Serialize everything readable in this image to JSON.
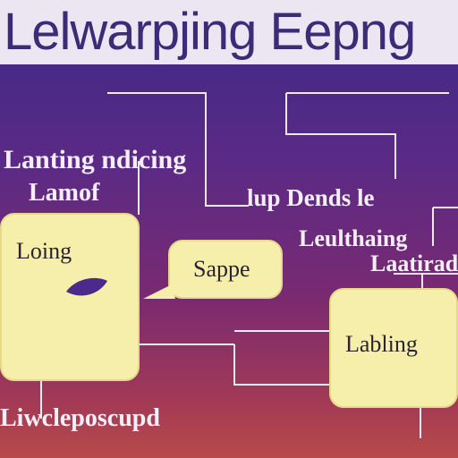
{
  "header": {
    "title": "Lelwarpjing Eepng"
  },
  "labels": {
    "left_heading": "Lanting ndicing",
    "left_sub": "Lamof",
    "center_pair": "lup Dends le",
    "right_1": "Leulthaing",
    "right_2": "Laatirad",
    "bottom": "Liwcleposcupd"
  },
  "boxes": {
    "left": "Loing",
    "middle": "Sappe",
    "right": "Labling"
  },
  "colors": {
    "box_fill": "#f6eeab",
    "line": "#f2e9f5",
    "accent_shape": "#4a2a8a"
  }
}
